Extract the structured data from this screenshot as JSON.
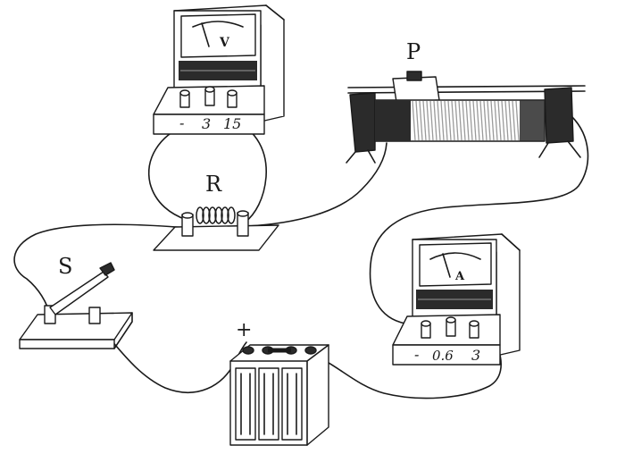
{
  "labels": {
    "slider": "P",
    "resistor": "R",
    "switch": "S",
    "plus": "+",
    "minus": "-"
  },
  "voltmeter": {
    "face_symbol": "V",
    "terminals": [
      "-",
      "3",
      "15"
    ]
  },
  "ammeter": {
    "face_symbol": "A",
    "terminals": [
      "-",
      "0.6",
      "3"
    ]
  },
  "colors": {
    "ink": "#1a1a1a",
    "dark_panel": "#2b2b2b",
    "coil": "#9a9a9a",
    "background": "#ffffff"
  }
}
